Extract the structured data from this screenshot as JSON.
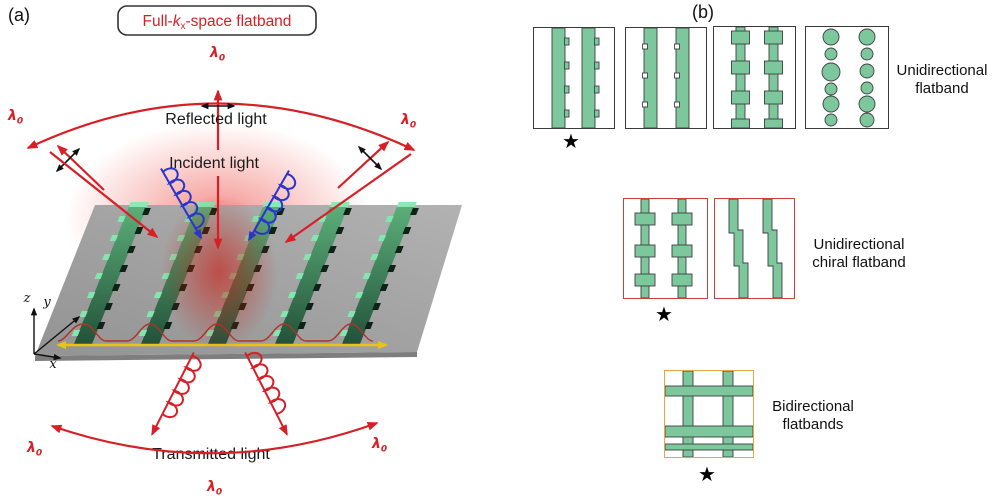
{
  "figure": {
    "panel_a": {
      "label": "(a)",
      "title": {
        "prefix": "Full-",
        "k": "k",
        "k_sub": "x",
        "suffix": "-space flatband"
      },
      "lambda": {
        "symbol": "λ",
        "sub": "0"
      },
      "labels": {
        "reflected": "Reflected light",
        "incident": "Incident light",
        "transmitted": "Transmitted light"
      },
      "axes": {
        "x": "x",
        "y": "y",
        "z": "z"
      },
      "colors": {
        "arrow_red": "#d81f26",
        "helix_blue": "#2a35cc",
        "coupling_yellow": "#e9c413",
        "grating_green": "#4e9e6a",
        "grating_mint": "#85e5ae",
        "slab_gray": "#a5a5a5"
      },
      "grating_count": 5
    },
    "panel_b": {
      "label": "(b)",
      "star": "★",
      "cell_green": "#7cc79c",
      "groups": [
        {
          "name": "unidirectional-flatband",
          "label_lines": [
            "Unidirectional",
            "flatband"
          ],
          "border_color": "#3a3a3a",
          "cell_patterns": [
            "stripes-with-side-teeth",
            "stripes-with-notches",
            "castellated-stripes",
            "disk-columns"
          ],
          "starred_cell_index": 0
        },
        {
          "name": "unidirectional-chiral-flatband",
          "label_lines": [
            "Unidirectional",
            "chiral flatband"
          ],
          "border_color": "#c94040",
          "cell_patterns": [
            "stripes-with-paired-tabs",
            "staircase-stripes"
          ],
          "starred_cell_index": 0
        },
        {
          "name": "bidirectional-flatbands",
          "label_lines": [
            "Bidirectional",
            "flatbands"
          ],
          "border_color": "#eba63f",
          "cell_patterns": [
            "crossed-grid"
          ],
          "starred_cell_index": 0
        }
      ]
    }
  }
}
